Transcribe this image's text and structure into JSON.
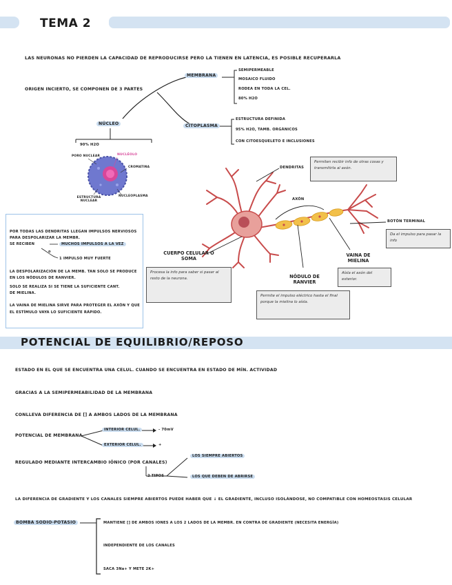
{
  "header": {
    "title": "TEMA 2"
  },
  "intro": "LAS NEURONAS NO PIERDEN LA CAPACIDAD DE REPRODUCIRSE PERO LA TIENEN EN LATENCIA, ES POSIBLE RECUPERARLA",
  "origin": "ORIGEN INCIERTO, SE COMPONEN DE 3 PARTES",
  "parts": {
    "membrana": {
      "label": "MEMBRANA",
      "items": [
        "SEMIPERMEABLE",
        "MOSAICO FLUIDO",
        "RODEA EN TODA LA CEL.",
        "80% H2O"
      ]
    },
    "citoplasma": {
      "label": "CITOPLASMA",
      "items": [
        "ESTRUCTURA DEFINIDA",
        "95% H2O, TAMB. ORGÁNICOS",
        "CON CITOESQUELETO E INCLUSIONES"
      ]
    },
    "nucleo": {
      "label": "NÚCLEO",
      "pct": "90% H2O",
      "labels": {
        "poro": "PORO NUCLEAR",
        "nucleolo": "NUCLÉOLO",
        "cromatina": "CROMATINA",
        "estructura": "ESTRUCTURA NUCLEAR",
        "nucleoplasma": "NUCLEOPLASMA"
      }
    }
  },
  "note_box": {
    "lines": [
      "POR TODAS LAS DENDRITAS LLEGAN IMPULSOS NERVIOSOS",
      "PARA DESPOLARIZAR LA MEMBR.",
      "SE RECIBEN",
      "MUCHOS IMPULSOS A LA VEZ",
      "1 IMPULSO MUY FUERTE",
      "LA DESPOLARIZACIÓN DE LA MEMB. TAN SOLO SE PRODUCE",
      "EN LOS NÓDULOS DE RANVIER.",
      "SOLO SE REALIZA SI SE TIENE LA SUFICIENTE CANT.",
      "DE MIELINA.",
      "LA VAINA DE MIELINA SIRVE PARA PROTEGER EL AXÓN Y QUE",
      "EL ESTÍMULO VAYA LO SUFICIENTE RÁPIDO."
    ],
    "or": "o"
  },
  "neuron": {
    "dendritas": "DENDRITAS",
    "dendritas_note": "Permiten recibir info de otras cosas y transmitirla al axón.",
    "axon": "AXÓN",
    "boton": "BOTÓN TERMINAL",
    "boton_note": "Da el impulso para pasar la info",
    "cuerpo": "CUERPO CELULAR O SOMA",
    "cuerpo_note": "Procesa la info para saber si pasar al resto de la neurona.",
    "nodulo": "NÓDULO DE RANVIER",
    "nodulo_note": "Permite el impulso eléctrico hasta el final porque la mielina lo aísla.",
    "vaina": "VAINA DE MIELINA",
    "vaina_note": "Aísla el axón del exterior."
  },
  "section2": {
    "title": "POTENCIAL DE EQUILIBRIO/REPOSO",
    "lines": [
      "ESTADO EN EL QUE SE ENCUENTRA UNA CELUL. CUANDO SE ENCUENTRA EN ESTADO DE MÍN. ACTIVIDAD",
      "GRACIAS A LA SEMIPERMEABILIDAD DE LA MEMBRANA",
      "CONLLEVA DIFERENCIA DE [] A AMBOS LADOS DE LA MEMBRANA"
    ],
    "potencial": {
      "label": "POTENCIAL DE MEMBRANA",
      "interior": "INTERIOR CELUL.",
      "interior_val": "- 70mV",
      "exterior": "EXTERIOR CELUL.",
      "exterior_val": "+"
    },
    "regulado": {
      "label": "REGULADO MEDIANTE INTERCAMBIO IÓNICO (POR CANALES)",
      "tipos": "2 TIPOS",
      "t1": "LOS SIEMPRE ABIERTOS",
      "t2": "LOS QUE DEBEN DE ABRIRSE"
    },
    "diferencia": "LA DIFERENCIA DE GRADIENTE Y LOS CANALES SIEMPRE ABIERTOS PUEDE HABER QUE ↓ EL GRADIENTE, INCLUSO ISOLÁNDOSE, NO COMPATIBLE CON HOMEOSTASIS CELULAR",
    "bomba": {
      "label": "BOMBA SODIO-POTASIO",
      "items": [
        "MANTIENE [] DE AMBOS IONES A LOS 2 LADOS DE LA MEMBR. EN CONTRA DE GRADIENTE (NECESITA ENERGÍA)",
        "INDEPENDIENTE DE LOS CANALES",
        "SACA 3Na+ Y METE 2K+"
      ]
    }
  }
}
